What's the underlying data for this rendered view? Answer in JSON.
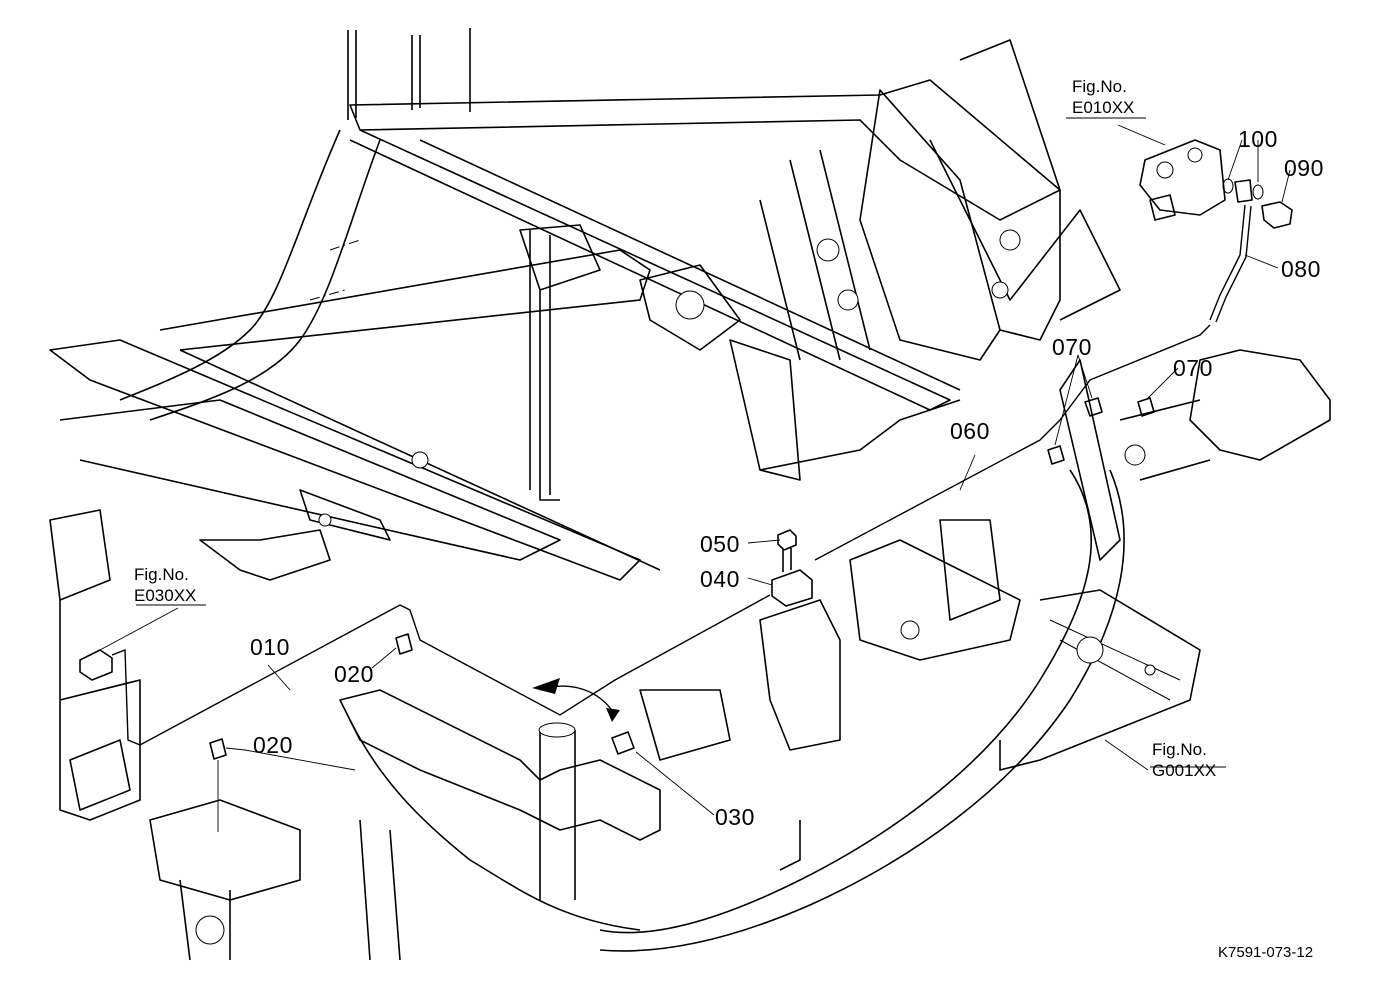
{
  "part_labels": {
    "p010": "010",
    "p020a": "020",
    "p020b": "020",
    "p030": "030",
    "p040": "040",
    "p050": "050",
    "p060": "060",
    "p070a": "070",
    "p070b": "070",
    "p080": "080",
    "p090": "090",
    "p100": "100"
  },
  "figure_refs": {
    "e010": {
      "title": "Fig.No.",
      "ref": "E010XX"
    },
    "e030": {
      "title": "Fig.No.",
      "ref": "E030XX"
    },
    "g001": {
      "title": "Fig.No.",
      "ref": "G001XX"
    }
  },
  "drawing_code": "K7591-073-12"
}
